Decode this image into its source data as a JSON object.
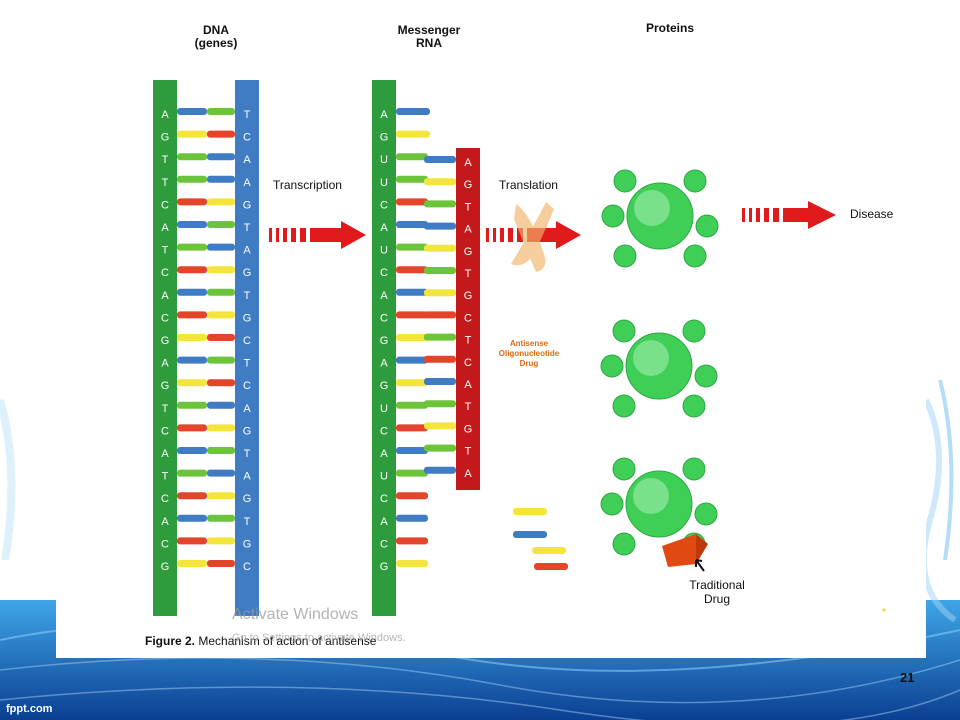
{
  "headers": {
    "dna": "DNA",
    "dna_sub": "(genes)",
    "rna": "Messenger",
    "rna_sub": "RNA",
    "proteins": "Proteins"
  },
  "labels": {
    "transcription": "Transcription",
    "translation": "Translation",
    "disease": "Disease",
    "antisense_line1": "Antisense",
    "antisense_line2": "Oligonucleotide",
    "antisense_line3": "Drug",
    "traditional_line1": "Traditional",
    "traditional_line2": "Drug"
  },
  "dna": {
    "left_strand": [
      "A",
      "G",
      "T",
      "T",
      "C",
      "A",
      "T",
      "C",
      "A",
      "C",
      "G",
      "A",
      "G",
      "T",
      "C",
      "A",
      "T",
      "C",
      "A",
      "C",
      "G"
    ],
    "right_strand": [
      "T",
      "C",
      "A",
      "A",
      "G",
      "T",
      "A",
      "G",
      "T",
      "G",
      "C",
      "T",
      "C",
      "A",
      "G",
      "T",
      "A",
      "G",
      "T",
      "G",
      "C"
    ]
  },
  "mrna": {
    "strand": [
      "A",
      "G",
      "U",
      "U",
      "C",
      "A",
      "U",
      "C",
      "A",
      "C",
      "G",
      "A",
      "G",
      "U",
      "C",
      "A",
      "U",
      "C",
      "A",
      "C",
      "G"
    ]
  },
  "antisense": {
    "strand": [
      "A",
      "G",
      "T",
      "A",
      "G",
      "T",
      "G",
      "C",
      "T",
      "C",
      "A",
      "T",
      "G",
      "T",
      "A"
    ]
  },
  "caption": {
    "bold": "Figure 2.",
    "text": "Mechanism of action of antisense"
  },
  "watermark": {
    "line1": "Activate Windows",
    "line2": "Go to Settings to activate Windows."
  },
  "slide": {
    "page_number": "21",
    "brand": "fppt.com"
  },
  "colors": {
    "dna_left": "#2e9c3c",
    "dna_right": "#3f7cc4",
    "antisense": "#c4191b",
    "arrow": "#e0191b",
    "protein": "#3fcf57",
    "drug": "#e04a12"
  }
}
